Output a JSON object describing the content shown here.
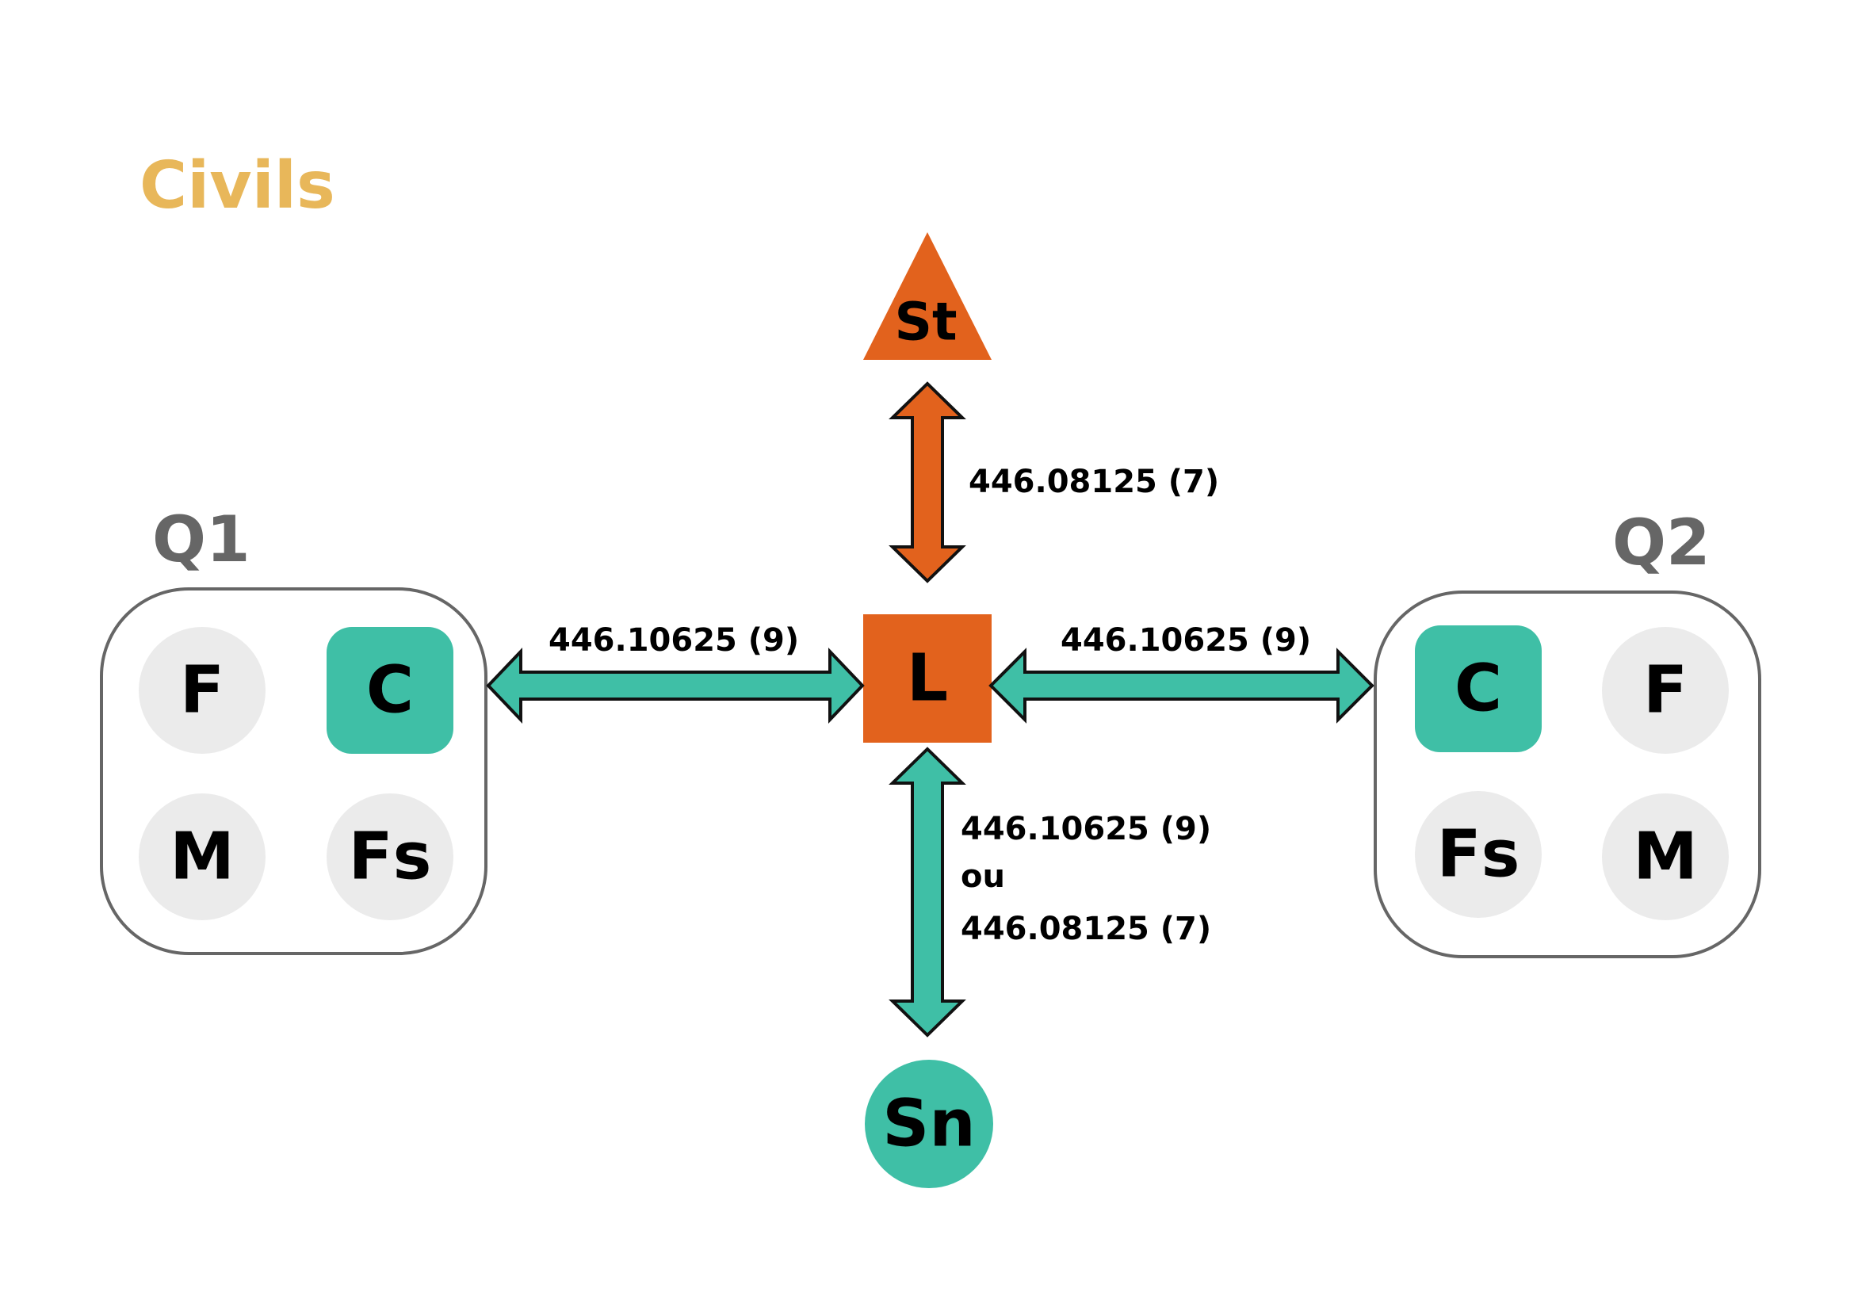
{
  "title": "Civils",
  "colors": {
    "title": "#E8B75A",
    "group_label": "#666666",
    "orange": "#E2621D",
    "teal": "#3FBFA6",
    "circle_grey": "#EBEBEB",
    "box_stroke": "#666666",
    "text": "#000000"
  },
  "groups": {
    "q1": {
      "label": "Q1",
      "cells": {
        "top_left": "F",
        "top_right": "C",
        "bottom_left": "M",
        "bottom_right": "Fs"
      }
    },
    "q2": {
      "label": "Q2",
      "cells": {
        "top_left": "C",
        "top_right": "F",
        "bottom_left": "Fs",
        "bottom_right": "M"
      }
    }
  },
  "nodes": {
    "center": {
      "label": "L",
      "shape": "square"
    },
    "top": {
      "label": "St",
      "shape": "triangle"
    },
    "bottom": {
      "label": "Sn",
      "shape": "circle"
    }
  },
  "links": {
    "top": {
      "label": "446.08125 (7)"
    },
    "left": {
      "label": "446.10625 (9)"
    },
    "right": {
      "label": "446.10625 (9)"
    },
    "bottom": {
      "line1": "446.10625 (9)",
      "line2": "ou",
      "line3": "446.08125 (7)"
    }
  }
}
